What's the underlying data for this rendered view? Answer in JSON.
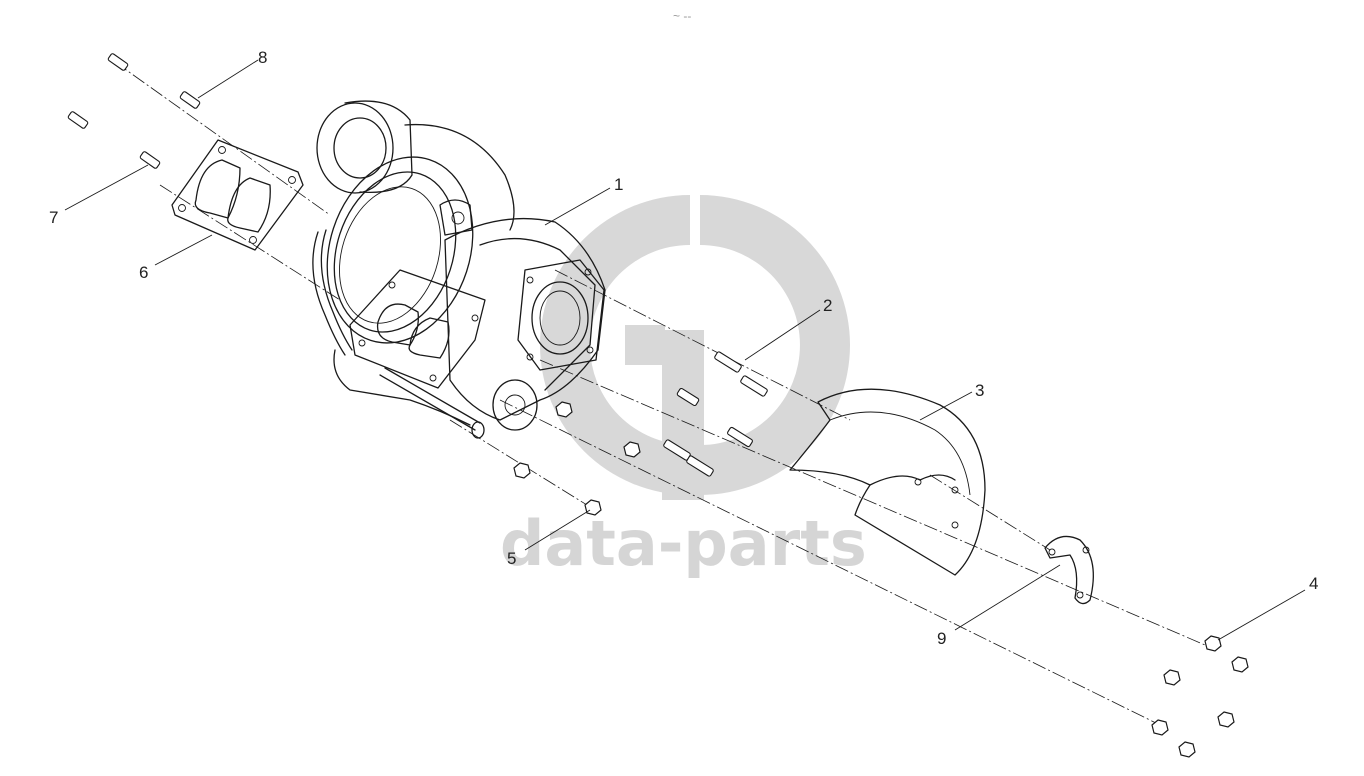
{
  "header_mark": "~ --",
  "watermark": {
    "text": "data-parts",
    "logo_icon": "gp-logo-icon",
    "color": "#d5d5d5"
  },
  "callouts": [
    {
      "id": "1",
      "label": "1"
    },
    {
      "id": "2",
      "label": "2"
    },
    {
      "id": "3",
      "label": "3"
    },
    {
      "id": "4",
      "label": "4"
    },
    {
      "id": "5",
      "label": "5"
    },
    {
      "id": "6",
      "label": "6"
    },
    {
      "id": "7",
      "label": "7"
    },
    {
      "id": "8",
      "label": "8"
    },
    {
      "id": "9",
      "label": "9"
    }
  ],
  "line_color": "#1a1a1a"
}
